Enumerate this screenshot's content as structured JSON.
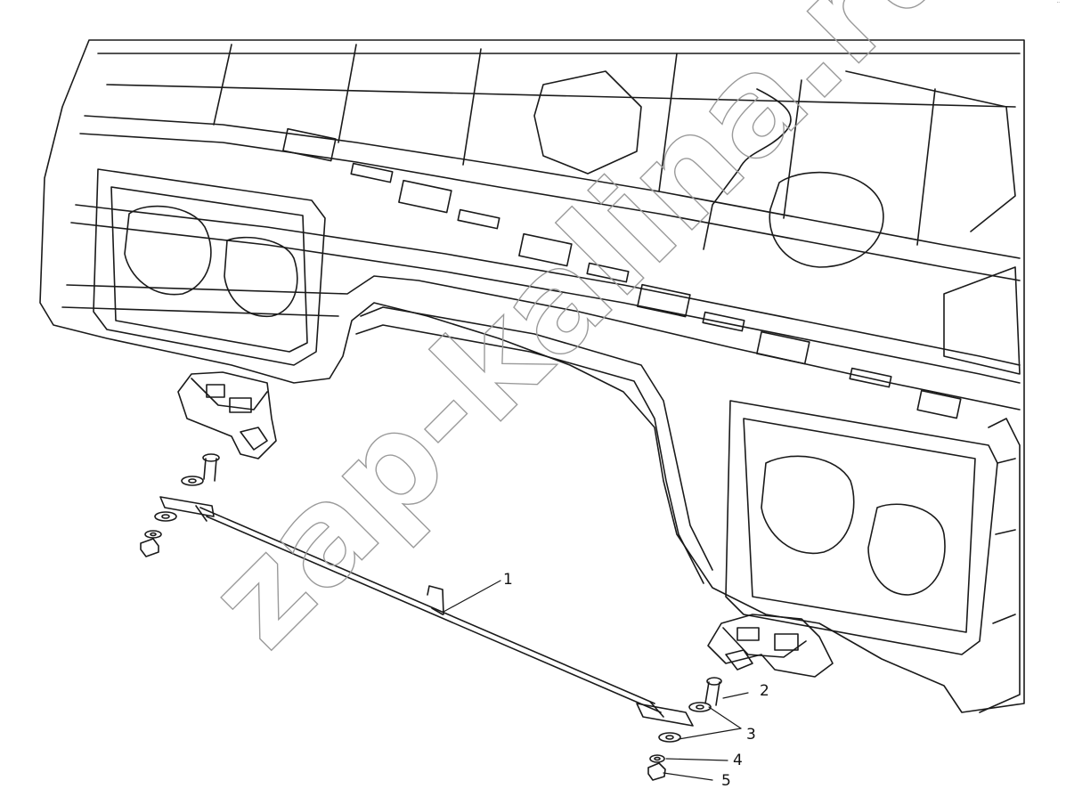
{
  "diagram": {
    "watermark": "zap-kalina.ru",
    "callouts": [
      {
        "id": "1",
        "label": "1",
        "part": "cross-tube"
      },
      {
        "id": "2",
        "label": "2",
        "part": "bolt"
      },
      {
        "id": "3",
        "label": "3",
        "part": "washer"
      },
      {
        "id": "4",
        "label": "4",
        "part": "lock-washer"
      },
      {
        "id": "5",
        "label": "5",
        "part": "nut"
      }
    ],
    "corner_mark": "¨"
  }
}
